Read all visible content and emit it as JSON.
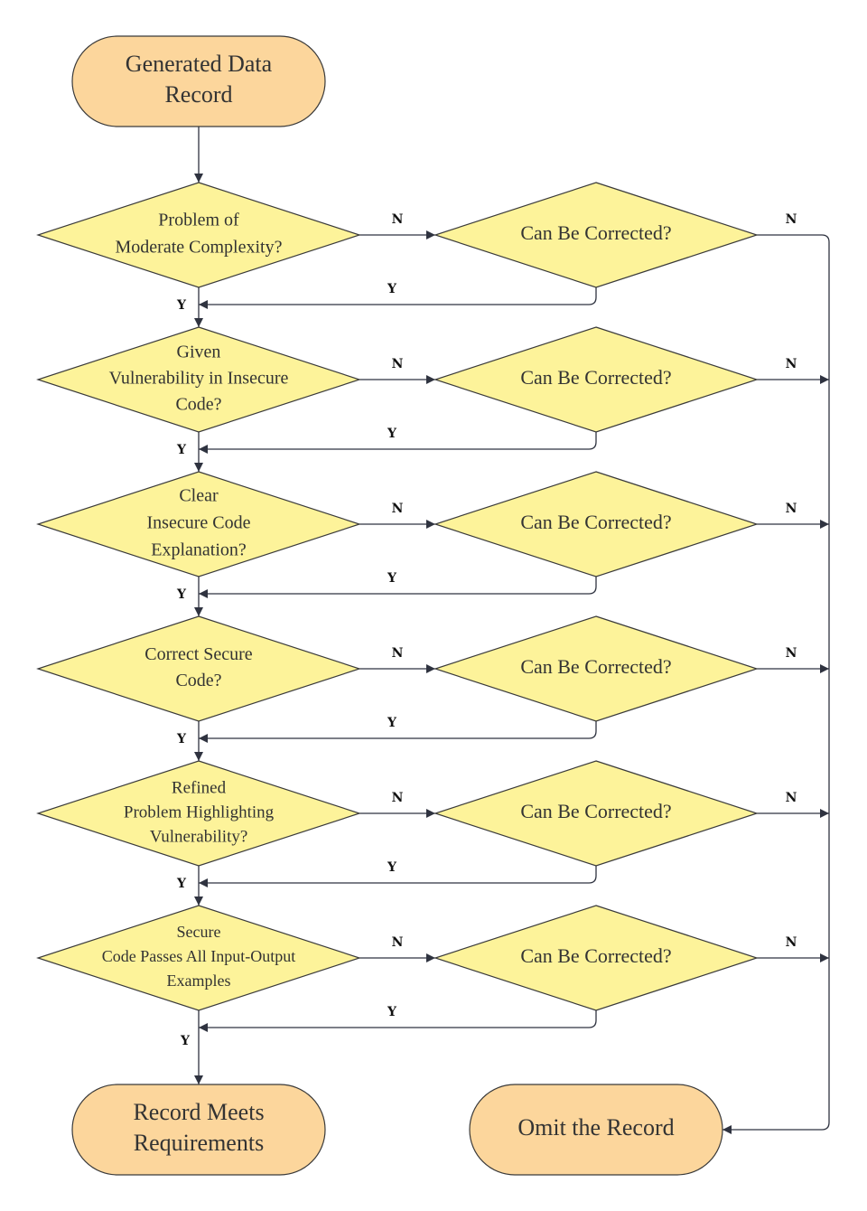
{
  "nodes": {
    "start": [
      "Generated Data",
      "Record"
    ],
    "q1": [
      "Problem of",
      "Moderate Complexity?"
    ],
    "q2": [
      "Given",
      "Vulnerability in Insecure",
      "Code?"
    ],
    "q3": [
      "Clear",
      "Insecure Code",
      "Explanation?"
    ],
    "q4": [
      "Correct Secure",
      "Code?"
    ],
    "q5": [
      "Refined",
      "Problem Highlighting",
      "Vulnerability?"
    ],
    "q6": [
      "Secure",
      "Code Passes All Input-Output",
      "Examples"
    ],
    "c1": [
      "Can Be Corrected?"
    ],
    "c2": [
      "Can Be Corrected?"
    ],
    "c3": [
      "Can Be Corrected?"
    ],
    "c4": [
      "Can Be Corrected?"
    ],
    "c5": [
      "Can Be Corrected?"
    ],
    "c6": [
      "Can Be Corrected?"
    ],
    "end_ok": [
      "Record Meets",
      "Requirements"
    ],
    "end_omit": [
      "Omit the Record"
    ]
  },
  "edge_labels": {
    "no": "N",
    "yes": "Y"
  },
  "colors": {
    "terminal_fill": "#fcd69c",
    "decision_fill": "#fdf39a",
    "line": "#2f3340"
  }
}
